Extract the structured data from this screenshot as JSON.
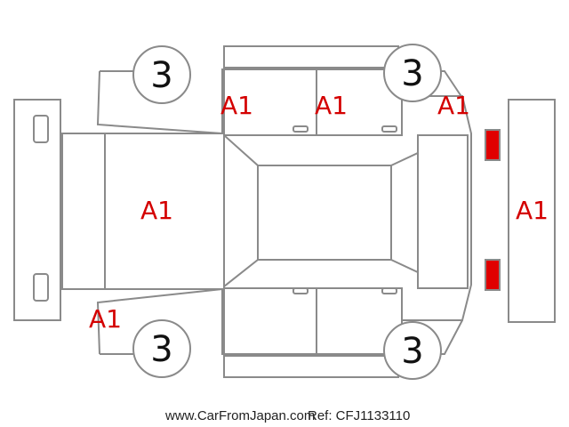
{
  "diagram": {
    "damage_labels": [
      "A1",
      "A1",
      "A1",
      "A1",
      "A1",
      "A1"
    ],
    "tyre_grades": [
      "3",
      "3",
      "3",
      "3"
    ],
    "colors": {
      "outline": "#8a8a8a",
      "damage_text": "#d40000",
      "front_lights": "#f5e800",
      "rear_lights": "#e00000"
    }
  },
  "footer": {
    "url": "www.CarFromJapan.com",
    "ref": "Ref: CFJ1133110"
  }
}
